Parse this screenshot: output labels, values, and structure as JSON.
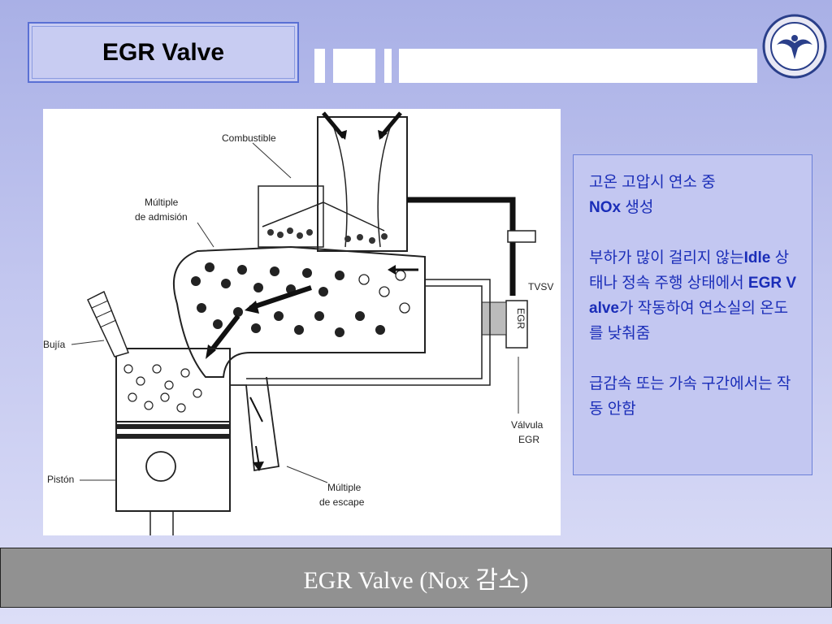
{
  "slide": {
    "title": "EGR Valve",
    "caption": "EGR Valve (Nox 감소)"
  },
  "diagram": {
    "labels": {
      "combustible": "Combustible",
      "multiple_admision_1": "Múltiple",
      "multiple_admision_2": "de  admisión",
      "tvsv": "TVSV",
      "egr": "EGR",
      "bujia": "Bujía",
      "valvula_1": "Válvula",
      "valvula_2": "EGR",
      "piston": "Pistón",
      "multiple_escape_1": "Múltiple",
      "multiple_escape_2": "de escape"
    }
  },
  "notes": {
    "p1_line1": "고온 고압시 연소 중",
    "p1_line2": "NOx",
    "p1_line2_rest": " 생성",
    "p2_a": "부하가 많이 걸리지 않는",
    "p2_b": "Idle",
    "p2_c": " 상태나 정속 주행 상태에서 ",
    "p2_d": "EGR Valve",
    "p2_e": "가 작동하여 연소실의 온도를 낮춰줌",
    "p3": "급감속 또는 가속 구간에서는 작동 안함"
  },
  "logo": {
    "icon": "university-seal-icon",
    "ring_color": "#2a3f8a"
  }
}
